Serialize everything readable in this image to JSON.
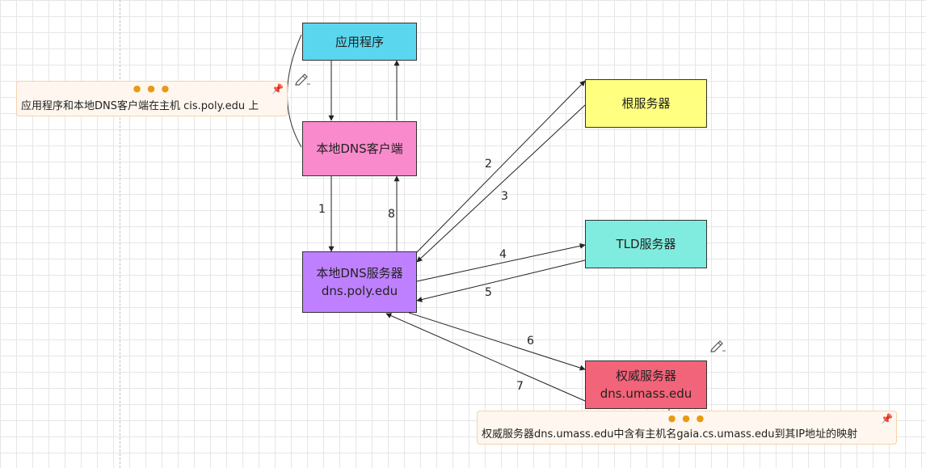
{
  "nodes": {
    "app": {
      "label": "应用程序",
      "color": "#5ad7ee"
    },
    "client": {
      "label": "本地DNS客户端",
      "color": "#f98bcc"
    },
    "local_server": {
      "line1": "本地DNS服务器",
      "line2": "dns.poly.edu",
      "color": "#bf80ff"
    },
    "root": {
      "label": "根服务器",
      "color": "#ffff80"
    },
    "tld": {
      "label": "TLD服务器",
      "color": "#80ecdf"
    },
    "auth": {
      "line1": "权威服务器",
      "line2": "dns.umass.edu",
      "color": "#f26479"
    }
  },
  "notes": {
    "host": {
      "text": "应用程序和本地DNS客户端在主机 cis.poly.edu 上"
    },
    "auth": {
      "text": "权威服务器dns.umass.edu中含有主机名gaia.cs.umass.edu到其IP地址的映射"
    }
  },
  "edge_labels": {
    "e1": "1",
    "e2": "2",
    "e3": "3",
    "e4": "4",
    "e5": "5",
    "e6": "6",
    "e7": "7",
    "e8": "8"
  }
}
